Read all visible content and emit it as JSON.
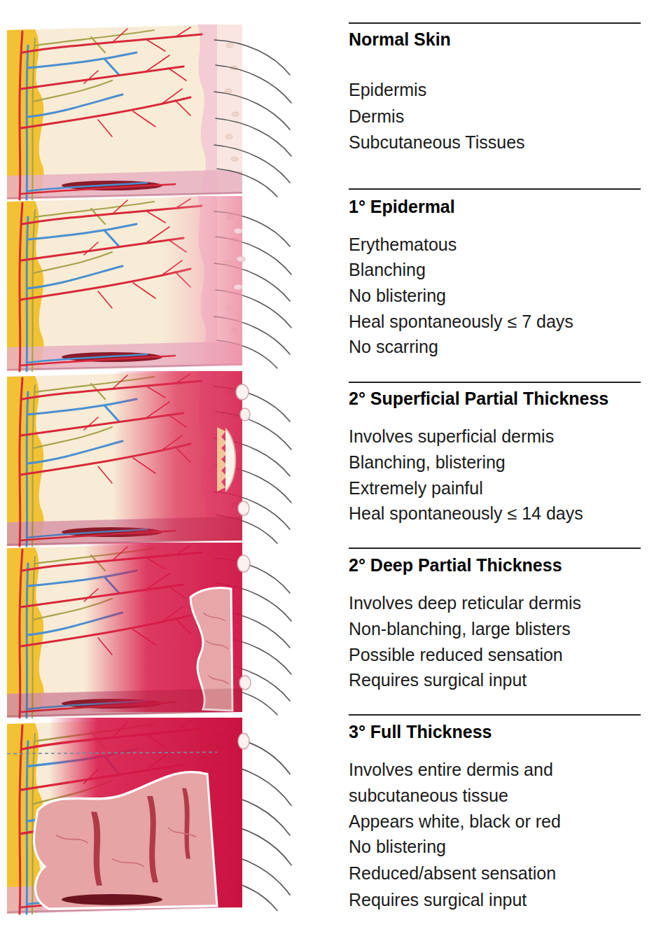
{
  "diagram": {
    "labels": [
      "Normal Skin",
      "Epidermis",
      "Dermis",
      "Subcutaneous Tissues",
      "1° Epidermal",
      "Erythematous",
      "Blanching",
      "No blistering",
      "Heal spontaneously ≤ 7 days",
      "No scarring",
      "2° Superficial Partial Thickness",
      "Involves superficial dermis",
      "Blanching, blistering",
      "Extremely painful",
      "Heal spontaneously ≤ 14 days",
      "2° Deep Partial Thickness",
      "Involves deep reticular dermis",
      "Non-blanching, large blisters",
      "Possible reduced sensation",
      "Requires surgical input",
      "3° Full Thickness",
      "Involves entire dermis and subcutaneous tissue",
      "Appears white, black or red",
      "No blistering",
      "Reduced/absent sensation",
      "Requires surgical input"
    ]
  }
}
